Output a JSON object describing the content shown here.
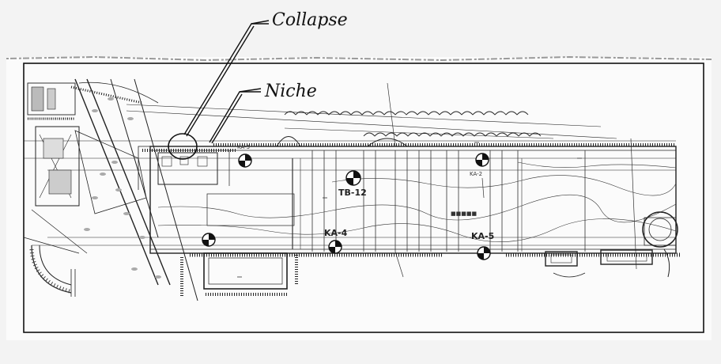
{
  "annotations": {
    "collapse": "Collapse",
    "niche": "Niche"
  },
  "boreholes": [
    {
      "id": "ka_top",
      "label": "KA-3"
    },
    {
      "id": "tb12",
      "label": "TB-12"
    },
    {
      "id": "ka_right_top",
      "label": "KA-2"
    },
    {
      "id": "ka4",
      "label": "KA-4"
    },
    {
      "id": "ka5",
      "label": "KA-5"
    }
  ],
  "center_label": "■■■■■"
}
